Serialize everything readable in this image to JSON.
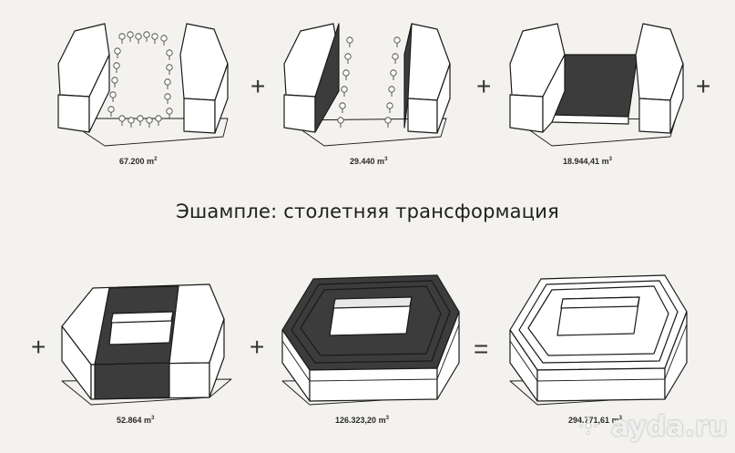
{
  "title": "Эшампле: столетняя трансформация",
  "operators": {
    "plus": "+",
    "equals": "="
  },
  "stages": [
    {
      "area": "67.200",
      "unit": "m",
      "exp": "2"
    },
    {
      "area": "29.440",
      "unit": "m",
      "exp": "3"
    },
    {
      "area": "18.944,41",
      "unit": "m",
      "exp": "3"
    },
    {
      "area": "52.864",
      "unit": "m",
      "exp": "3"
    },
    {
      "area": "126.323,20",
      "unit": "m",
      "exp": "3"
    },
    {
      "area": "294.771,61",
      "unit": "m",
      "exp": "3"
    }
  ],
  "watermark": "ayda.ru",
  "colors": {
    "background": "#f4f2ee",
    "stroke": "#1a1a1a",
    "dark_fill": "#3c3c3c",
    "light_fill": "#ffffff"
  }
}
